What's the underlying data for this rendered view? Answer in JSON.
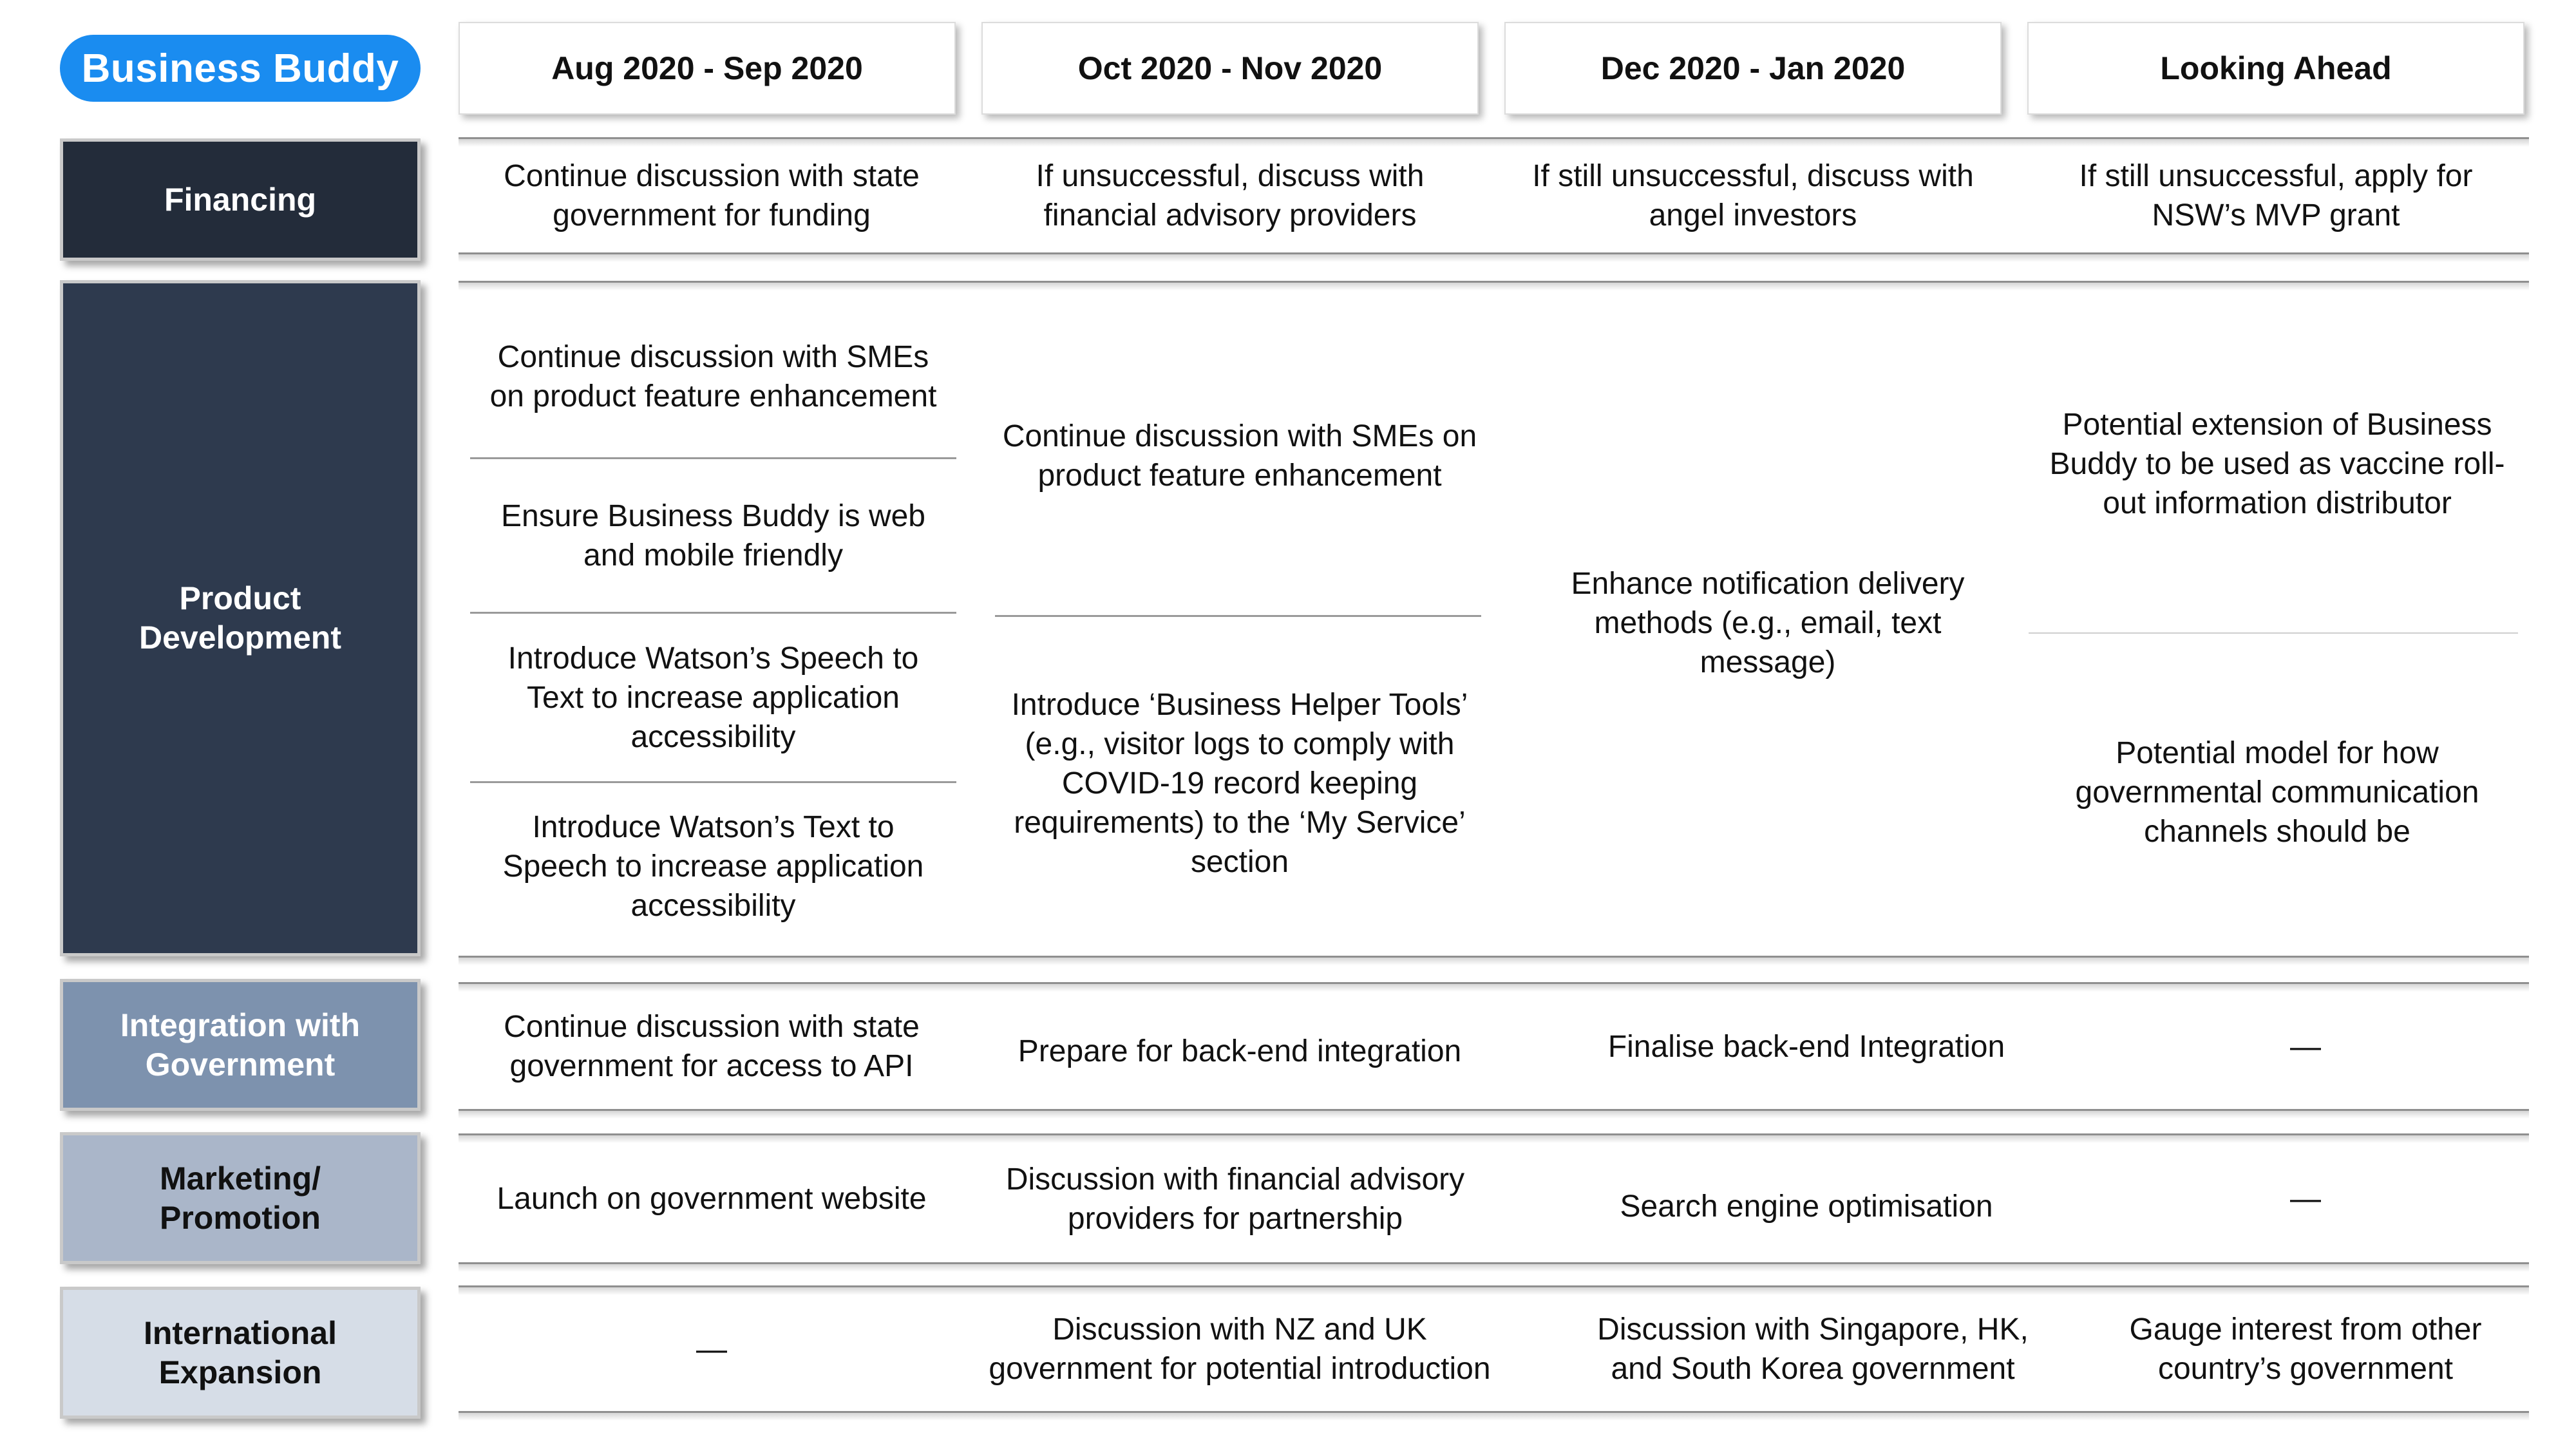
{
  "brand": "Business Buddy",
  "columns": [
    "Aug 2020 - Sep 2020",
    "Oct 2020 - Nov 2020",
    "Dec 2020 - Jan 2020",
    "Looking Ahead"
  ],
  "rows": {
    "financing": {
      "label": "Financing",
      "color": "#232c3a",
      "cells": [
        "Continue discussion with state government for funding",
        "If unsuccessful, discuss with financial advisory providers",
        "If still unsuccessful, discuss with angel investors",
        "If still unsuccessful, apply for NSW’s MVP grant"
      ]
    },
    "product": {
      "label": "Product Development",
      "color": "#2e3a4e",
      "col1": [
        "Continue discussion with SMEs on product feature enhancement",
        "Ensure Business Buddy is web and mobile friendly",
        "Introduce Watson’s Speech to Text to increase application accessibility",
        "Introduce Watson’s Text to Speech to increase application accessibility"
      ],
      "col2": [
        "Continue discussion with SMEs on product feature enhancement",
        "Introduce ‘Business Helper Tools’ (e.g., visitor logs to comply with COVID-19 record keeping requirements) to the ‘My Service’ section"
      ],
      "col3": [
        "Enhance notification delivery methods (e.g., email, text message)"
      ],
      "col4": [
        "Potential extension of Business Buddy to be used as vaccine roll-out information distributor",
        "Potential model for how governmental communication channels should be"
      ]
    },
    "integration": {
      "label": "Integration with Government",
      "color": "#7d92ae",
      "cells": [
        "Continue discussion with state government for access to API",
        "Prepare for back-end integration",
        "Finalise back-end Integration",
        "—"
      ]
    },
    "marketing": {
      "label": "Marketing/ Promotion",
      "color": "#aab6c9",
      "cells": [
        "Launch on government website",
        "Discussion with financial advisory providers for partnership",
        "Search engine optimisation",
        "—"
      ]
    },
    "international": {
      "label": "International Expansion",
      "color": "#d6dde7",
      "cells": [
        "—",
        "Discussion with NZ and UK government for potential introduction",
        "Discussion with Singapore, HK, and South Korea government",
        "Gauge interest from other country’s government"
      ]
    }
  }
}
